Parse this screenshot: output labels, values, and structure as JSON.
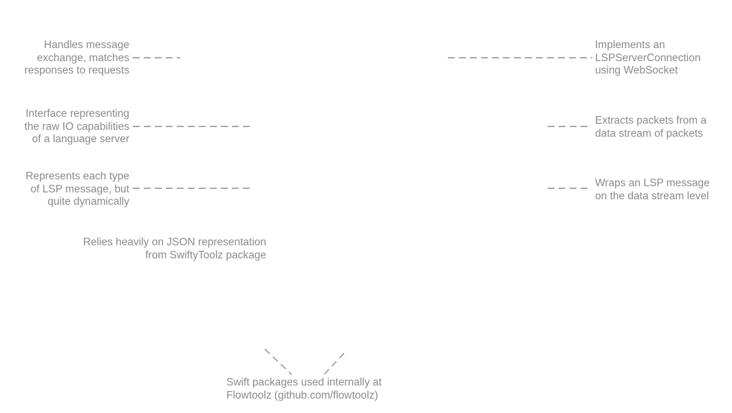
{
  "left_annotations": {
    "message_exchange": [
      "Handles message",
      "exchange, matches",
      "responses to requests"
    ],
    "server_interface": [
      "Interface representing",
      "the raw IO capabilities",
      "of a language server"
    ],
    "lsp_message_type": [
      "Represents each type",
      "of LSP message, but",
      "quite dynamically"
    ],
    "json_dependency": [
      "Relies heavily on JSON representation",
      "from SwiftyToolz package"
    ]
  },
  "right_annotations": {
    "websocket_connection": [
      "Implements an",
      "LSPServerConnection",
      "using WebSocket"
    ],
    "packet_extraction": [
      "Extracts packets from a",
      "data stream of packets"
    ],
    "packet_wrapping": [
      "Wraps an LSP message",
      "on the data stream level"
    ]
  },
  "bottom_annotation": {
    "internal_packages": [
      "Swift packages used internally at",
      "Flowtoolz (github.com/flowtoolz)"
    ]
  },
  "colors": {
    "text": "#8a8a8a",
    "connector": "#8a8a8a",
    "background": "#ffffff"
  }
}
